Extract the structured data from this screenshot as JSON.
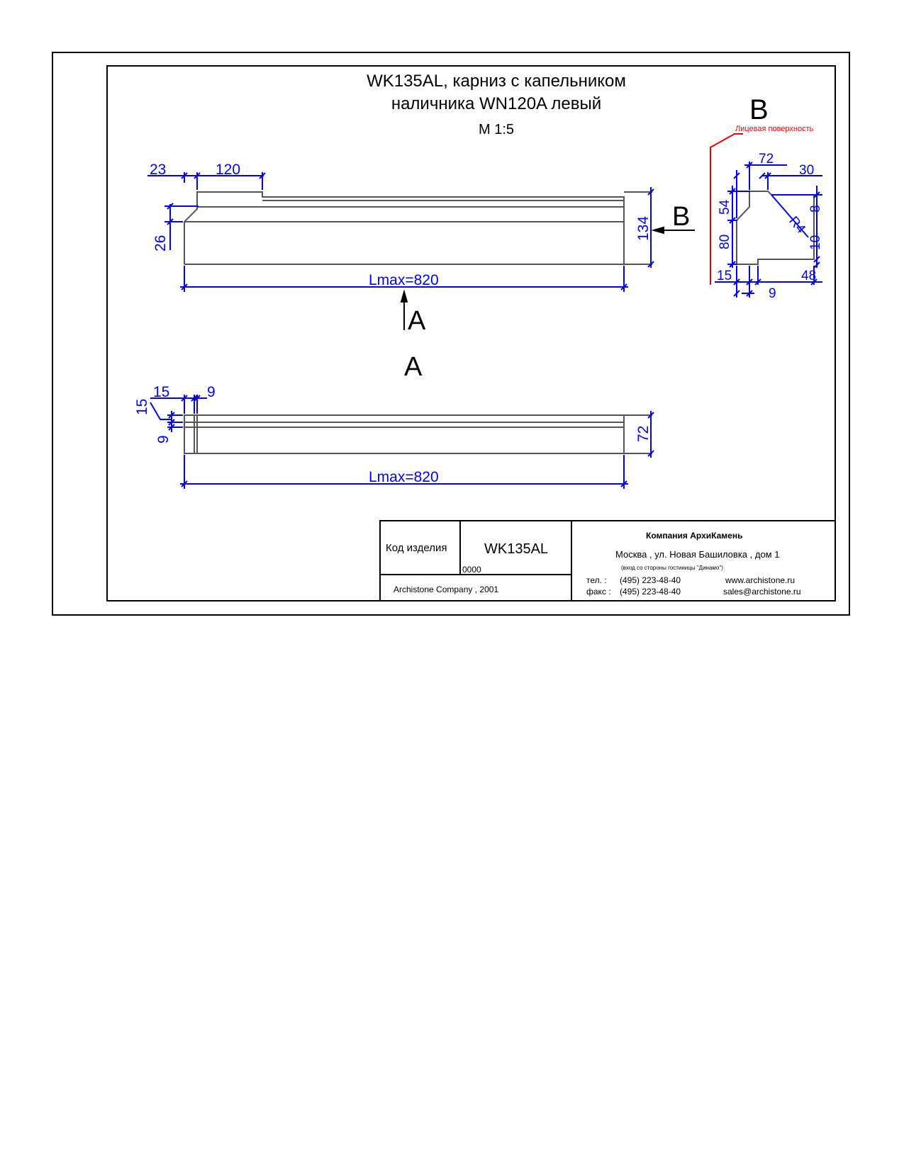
{
  "drawing": {
    "title_line1": "WK135AL, карниз с капельником",
    "title_line2": "наличника WN120A левый",
    "scale": "M 1:5"
  },
  "view_main": {
    "dims": {
      "d23": "23",
      "d120": "120",
      "d26": "26",
      "d134": "134",
      "length": "Lmax=820"
    },
    "arrow_label": "A"
  },
  "section_b": {
    "label": "B",
    "arrow_label": "B",
    "face_label": "Лицевая поверхность",
    "dims": {
      "d72": "72",
      "d30": "30",
      "d54": "54",
      "d8": "8",
      "radius": "R4",
      "d80": "80",
      "d10": "10",
      "d15": "15",
      "d48": "48",
      "d9": "9"
    }
  },
  "view_a": {
    "label": "A",
    "dims": {
      "d15_top": "15",
      "d9_top": "9",
      "d15_side": "15",
      "d9_side": "9",
      "d72": "72",
      "length": "Lmax=820"
    }
  },
  "title_block": {
    "code_label": "Код изделия",
    "code_value": "WK135AL",
    "code_number": "0000",
    "copyright": "Archistone  Company ,  2001",
    "company": "Компания  АрхиКамень",
    "address": "Москва , ул. Новая Башиловка , дом 1",
    "address_note": "(вход со стороны гостиницы \"Динамо\")",
    "tel_label": "тел.   :",
    "tel": "(495) 223-48-40",
    "fax_label": "факс :",
    "fax": "(495) 223-48-40",
    "web": "www.archistone.ru",
    "email": "sales@archistone.ru"
  },
  "colors": {
    "dimension": "#0000ee",
    "outline": "#555555",
    "face": "#ee0000",
    "frame": "#000000"
  }
}
